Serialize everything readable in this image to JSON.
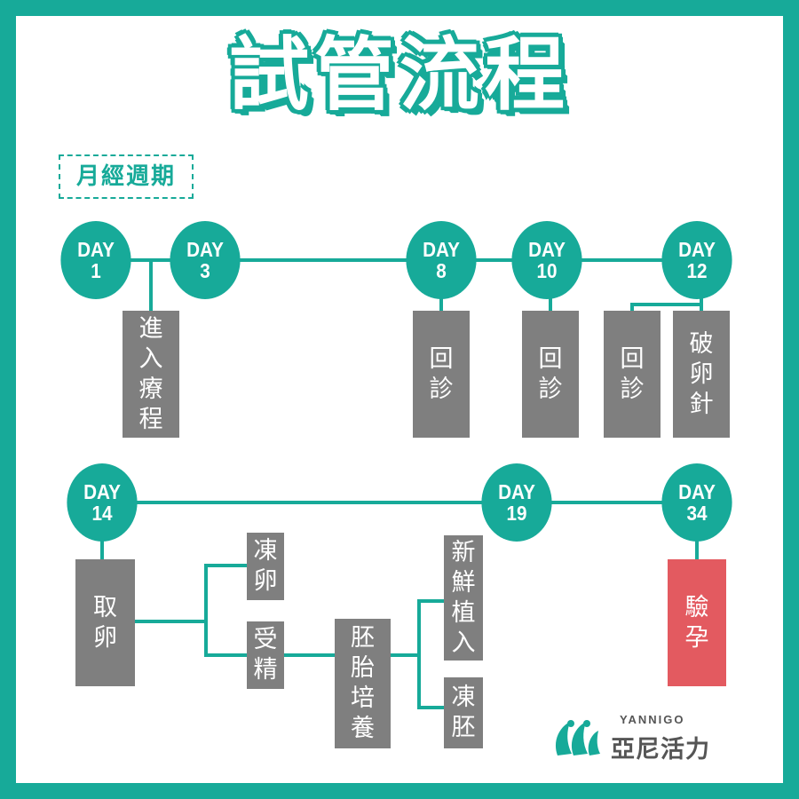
{
  "title": "試管流程",
  "cycle_label": "月經週期",
  "days": {
    "d1": {
      "label": "DAY",
      "number": "1"
    },
    "d3": {
      "label": "DAY",
      "number": "3"
    },
    "d8": {
      "label": "DAY",
      "number": "8"
    },
    "d10": {
      "label": "DAY",
      "number": "10"
    },
    "d12": {
      "label": "DAY",
      "number": "12"
    },
    "d14": {
      "label": "DAY",
      "number": "14"
    },
    "d19": {
      "label": "DAY",
      "number": "19"
    },
    "d34": {
      "label": "DAY",
      "number": "34"
    }
  },
  "steps": {
    "enter_treatment": "進入療程",
    "revisit_day8": "回診",
    "revisit_day10": "回診",
    "revisit_day12": "回診",
    "trigger_shot": "破卵針",
    "egg_retrieval": "取卵",
    "egg_freezing": "凍卵",
    "fertilization": "受精",
    "embryo_culture": "胚胎培養",
    "fresh_transfer": "新鮮植入",
    "embryo_freezing": "凍胚",
    "pregnancy_test": "驗孕"
  },
  "logo": {
    "latin": "YANNIGO",
    "chinese": "亞尼活力"
  },
  "colors": {
    "teal": "#17aa99",
    "gray": "#7f7f7f",
    "red": "#e35a60",
    "white": "#ffffff"
  }
}
